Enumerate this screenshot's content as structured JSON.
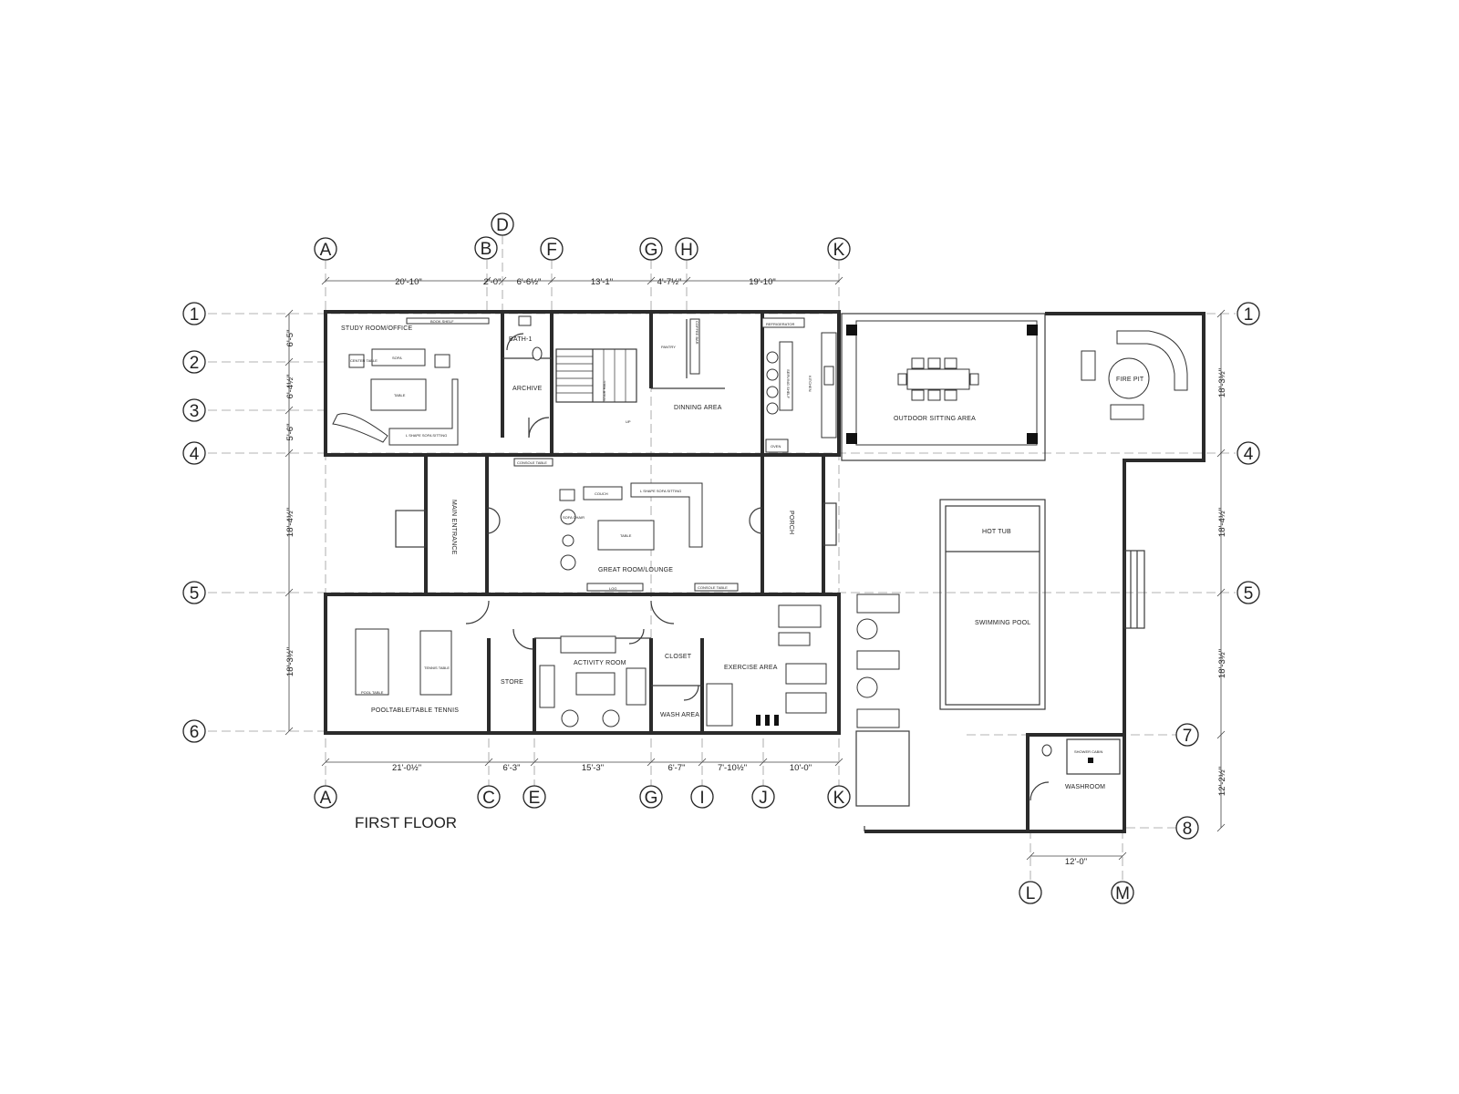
{
  "title": "FIRST FLOOR",
  "grid": {
    "top_columns": [
      "A",
      "B",
      "D",
      "F",
      "G",
      "H",
      "K"
    ],
    "bottom_columns": [
      "A",
      "C",
      "E",
      "G",
      "I",
      "J",
      "K"
    ],
    "washroom_columns": [
      "L",
      "M"
    ],
    "left_rows": [
      "1",
      "2",
      "3",
      "4",
      "5",
      "6"
    ],
    "right_rows": [
      "1",
      "4",
      "5",
      "7",
      "8"
    ]
  },
  "dimensions": {
    "top": [
      "20'-10\"",
      "2'-0\"",
      "6'-6½\"",
      "13'-1\"",
      "4'-7½\"",
      "19'-10\""
    ],
    "bottom": [
      "21'-0½\"",
      "6'-3\"",
      "15'-3\"",
      "6'-7\"",
      "7'-10½\"",
      "10'-0\""
    ],
    "washroom": "12'-0\"",
    "left": [
      "6'-5\"",
      "6'-4½\"",
      "5'-6\"",
      "18'-4½\"",
      "18'-3½\""
    ],
    "right": [
      "18'-3½\"",
      "18'-4½\"",
      "18'-3½\"",
      "12'-2½\""
    ]
  },
  "rooms": {
    "study": "STUDY ROOM/OFFICE",
    "bath": "BATH-1",
    "archive": "ARCHIVE",
    "stair_hall": "STAIR HALL",
    "pantry": "PANTRY",
    "dining": "DINNING AREA",
    "kitchen": "KITCHEN",
    "outdoor": "OUTDOOR SITTING AREA",
    "fire_pit": "FIRE PIT",
    "main_entrance": "MAIN ENTRANCE",
    "great_room": "GREAT ROOM/LOUNGE",
    "porch": "PORCH",
    "hot_tub": "HOT TUB",
    "pool": "SWIMMING POOL",
    "pooltable": "POOLTABLE/TABLE TENNIS",
    "store": "STORE",
    "activity": "ACTIVITY ROOM",
    "closet": "CLOSET",
    "wash_area": "WASH AREA",
    "exercise": "EXERCISE AREA",
    "washroom": "WASHROOM",
    "shower": "SHOWER CABIN"
  },
  "furniture": {
    "book_shelf": "BOOK SHELF",
    "center_table": "CENTER TABLE",
    "sofa": "SOFA",
    "table": "TABLE",
    "l_sofa": "L SHAPE SOFA SITTING",
    "couch": "COUCH",
    "console_table": "CONSOLE TABLE",
    "refrigerator": "REFRIGERATOR",
    "serving_shelf": "SERVING SHELF",
    "coffee_bar": "COFFEE BAR",
    "oven": "OVEN",
    "sofa_chair": "SOFA CHAIR",
    "log": "LOG",
    "pool_table": "POOL TABLE",
    "tennis_table": "TENNIS TABLE",
    "up": "UP"
  }
}
